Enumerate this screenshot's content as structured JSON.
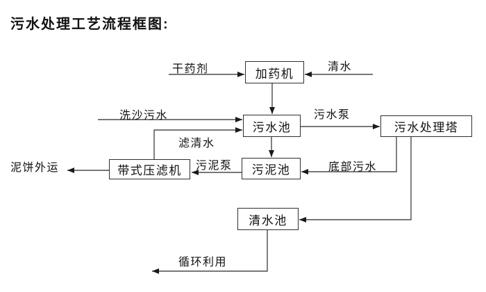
{
  "title": "污水处理工艺流程框图:",
  "diagram": {
    "type": "flowchart",
    "colors": {
      "line": "#4a4a4a",
      "arrowhead": "#1a1a1a",
      "box_border": "#2e2e2e",
      "text": "#111111",
      "background": "#ffffff"
    },
    "nodes": [
      {
        "id": "dosing-machine",
        "label": "加药机"
      },
      {
        "id": "sewage-pool",
        "label": "污水池"
      },
      {
        "id": "treatment-tower",
        "label": "污水处理塔"
      },
      {
        "id": "sludge-pool",
        "label": "污泥池"
      },
      {
        "id": "belt-filter-press",
        "label": "带式压滤机"
      },
      {
        "id": "clean-water-pool",
        "label": "清水池"
      }
    ],
    "edges": [
      {
        "label": "干药剂",
        "from": "external-input",
        "to": "加药机"
      },
      {
        "label": "清水",
        "from": "external-input",
        "to": "加药机"
      },
      {
        "label": "",
        "from": "加药机",
        "to": "污水池"
      },
      {
        "label": "洗沙污水",
        "from": "external-input",
        "to": "污水池"
      },
      {
        "label": "滤清水",
        "from": "带式压滤机",
        "to": "污水池"
      },
      {
        "label": "污水泵",
        "from": "污水池",
        "to": "污水处理塔"
      },
      {
        "label": "",
        "from": "污水池",
        "to": "污泥池"
      },
      {
        "label": "底部污水",
        "from": "污水处理塔",
        "to": "污泥池"
      },
      {
        "label": "污泥泵",
        "from": "污泥池",
        "to": "带式压滤机"
      },
      {
        "label": "泥饼外运",
        "from": "带式压滤机",
        "to": "external-output"
      },
      {
        "label": "",
        "from": "污水处理塔",
        "to": "清水池"
      },
      {
        "label": "循环利用",
        "from": "清水池",
        "to": "external-output"
      }
    ]
  }
}
